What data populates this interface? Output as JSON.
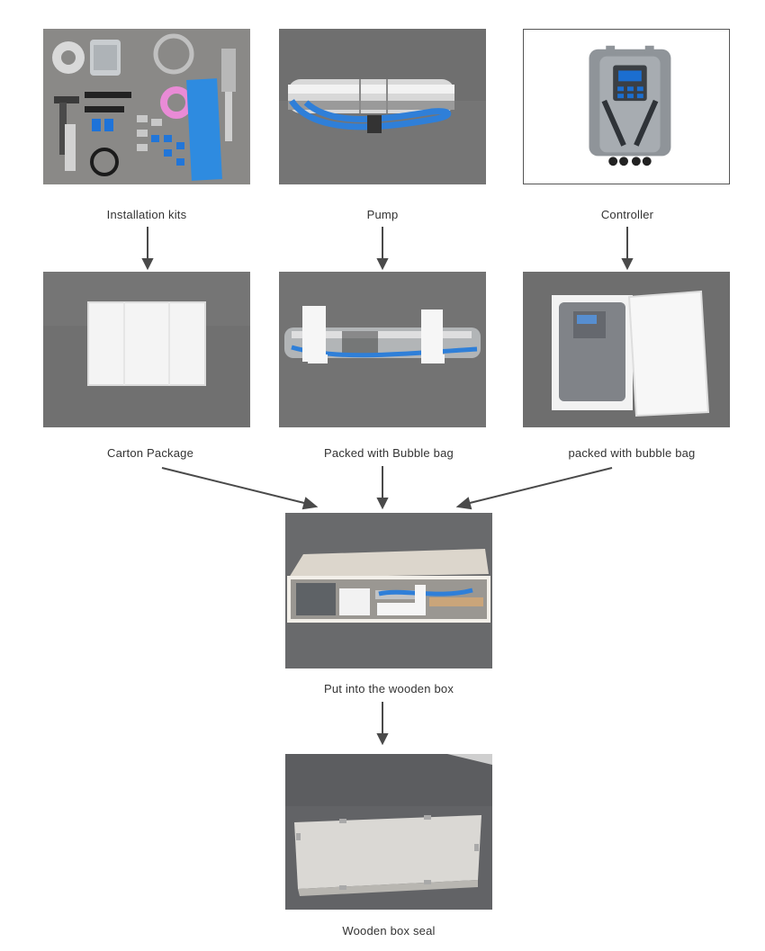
{
  "steps": {
    "installation_kits": {
      "caption": "Installation kits"
    },
    "pump": {
      "caption": "Pump"
    },
    "controller": {
      "caption": "Controller"
    },
    "carton_package": {
      "caption": "Carton Package"
    },
    "pump_bubble": {
      "caption": "Packed with Bubble bag"
    },
    "controller_bubble": {
      "caption": "packed with bubble bag"
    },
    "wooden_box": {
      "caption": "Put into the wooden box"
    },
    "wooden_box_seal": {
      "caption": "Wooden box seal"
    }
  },
  "colors": {
    "arrow": "#4a4a4a",
    "caption_text": "#333333",
    "floor_gray": "#6b6b6b",
    "accent_blue": "#2f7fd8"
  }
}
